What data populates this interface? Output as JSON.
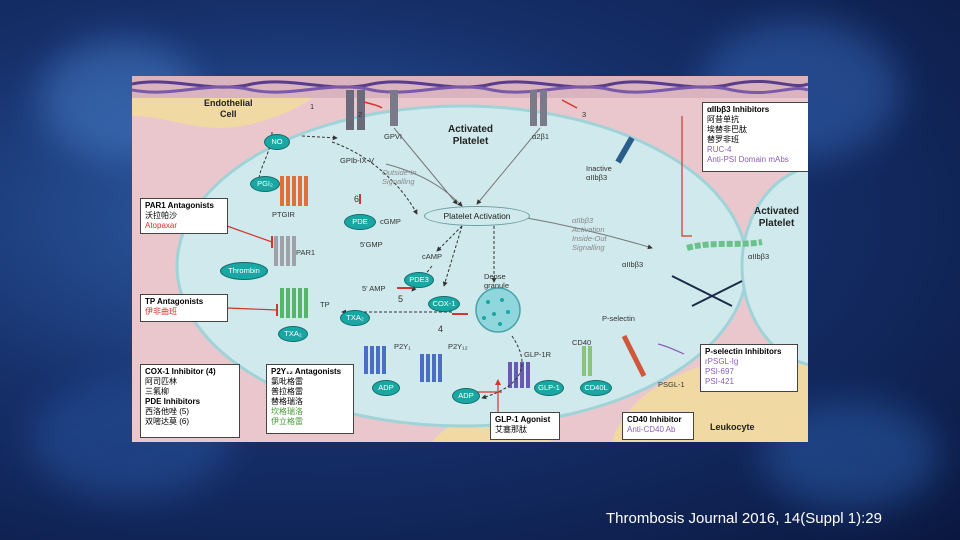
{
  "citation": "Thrombosis Journal 2016, 14(Suppl 1):29",
  "colors": {
    "cell_fill": "#cfe9ec",
    "background_tissue": "#e9c7cd",
    "receptor_teal": "#1aa7a3",
    "inhibitor_red": "#d6342c"
  },
  "labels": {
    "endothelial_cell": "Endothelial\nCell",
    "activated_platelet": "Activated\nPlatelet",
    "activated_platelet_2": "Activated\nPlatelet",
    "leukocyte": "Leukocyte",
    "no": "NO",
    "pgi2": "PGI₂",
    "ptgir": "PTGIR",
    "gpib": "GPIb-IX-V",
    "gpvi": "GPVI",
    "a2b1": "α2β1",
    "inactive_aiib3": "Inactive\nαIIbβ3",
    "outside_in": "Outside-In\nSignalling",
    "platelet_activation": "Platelet Activation",
    "inside_out": "αIIbβ3\nActivation\nInside-Out\nSignalling",
    "aiib3_center": "αIIbβ3",
    "aiib3_right": "αIIbβ3",
    "pde": "PDE",
    "cgmp": "cGMP",
    "gmp5": "5'GMP",
    "camp": "cAMP",
    "amp5": "5' AMP",
    "pde3": "PDE3",
    "cox1": "COX-1",
    "par1": "PAR1",
    "thrombin": "Thrombin",
    "tp": "TP",
    "txa2_inner": "TXA₂",
    "txa2_outer": "TXA₂",
    "dense_granule": "Dense\ngranule",
    "p2y1": "P2Y₁",
    "p2y12": "P2Y₁₂",
    "adp1": "ADP",
    "adp2": "ADP",
    "glp1r": "GLP-1R",
    "glp1": "GLP-1",
    "cd40": "CD40",
    "cd40l": "CD40L",
    "pselectin": "P-selectin",
    "psgl1": "PSGL-1",
    "num1": "1",
    "num2": "2",
    "num3": "3",
    "num4": "4",
    "num5": "5",
    "num6": "6"
  },
  "boxes": {
    "aiib3_inhibitors": {
      "title": "αIIbβ3 Inhibitors",
      "lines": [
        "阿昔单抗",
        "埃替非巴肽",
        "替罗非班"
      ],
      "lines_purple": [
        "RUC-4",
        "Anti-PSI Domain mAbs"
      ]
    },
    "par1_antagonists": {
      "title": "PAR1 Antagonists",
      "lines": [
        "沃拉帕沙"
      ],
      "lines_red": [
        "Atopaxar"
      ]
    },
    "tp_antagonists": {
      "title": "TP Antagonists",
      "lines_red": [
        "伊非曲班"
      ]
    },
    "cox1_inhibitor": {
      "title": "COX-1 Inhibitor (4)",
      "lines": [
        "阿司匹林",
        "三氟柳"
      ],
      "title2": "PDE Inhibitors",
      "lines2": [
        "西洛他唑 (5)",
        "双嘧达莫 (6)"
      ]
    },
    "p2y12_antagonists": {
      "title": "P2Y₁₂ Antagonists",
      "lines": [
        "氯吡格雷",
        "普拉格雷",
        "替格瑞洛"
      ],
      "lines_green": [
        "坎格瑞洛",
        "伊立格雷"
      ]
    },
    "glp1_agonist": {
      "title": "GLP-1 Agonist",
      "lines": [
        "艾塞那肽"
      ]
    },
    "pselectin_inhibitors": {
      "title": "P-selectin Inhibitors",
      "lines_purple": [
        "rPSGL-Ig",
        "PSI-697",
        "PSI-421"
      ]
    },
    "cd40_inhibitor": {
      "title": "CD40 Inhibitor",
      "lines_purple": [
        "Anti-CD40 Ab"
      ]
    }
  }
}
